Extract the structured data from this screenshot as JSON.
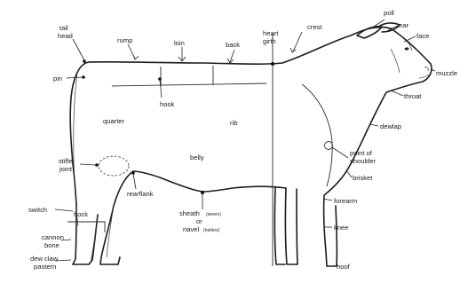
{
  "labels": {
    "tail_head": [
      "tail",
      "head"
    ],
    "rump": "rump",
    "loin": "loin",
    "back": "back",
    "heart_girth": [
      "heart",
      "girth"
    ],
    "crest": "crest",
    "poll": "poll",
    "ear": "ear",
    "face": "face",
    "muzzle": "muzzle",
    "pin": "pin",
    "hook": "hook",
    "quarter": "quarter",
    "rib": "rib",
    "throat": "throat",
    "dewlap": "dewlap",
    "point_of_shoulder": [
      "point of",
      "shoulder"
    ],
    "brisket": "brisket",
    "stifle_joint": [
      "stifle",
      "joint"
    ],
    "belly": "belly",
    "rearflank": "rearflank",
    "switch": "switch",
    "hock": "hock",
    "cannon_bone": [
      "cannon",
      "bone"
    ],
    "dew_claw": "dew claw",
    "pastern": "pastern",
    "sheath": "sheath",
    "sheath_note": "(steers)",
    "or": "or",
    "navel": "navel",
    "navel_note": "(heifers)",
    "forearm": "forearm",
    "knee": "knee",
    "hoof": "hoof"
  }
}
